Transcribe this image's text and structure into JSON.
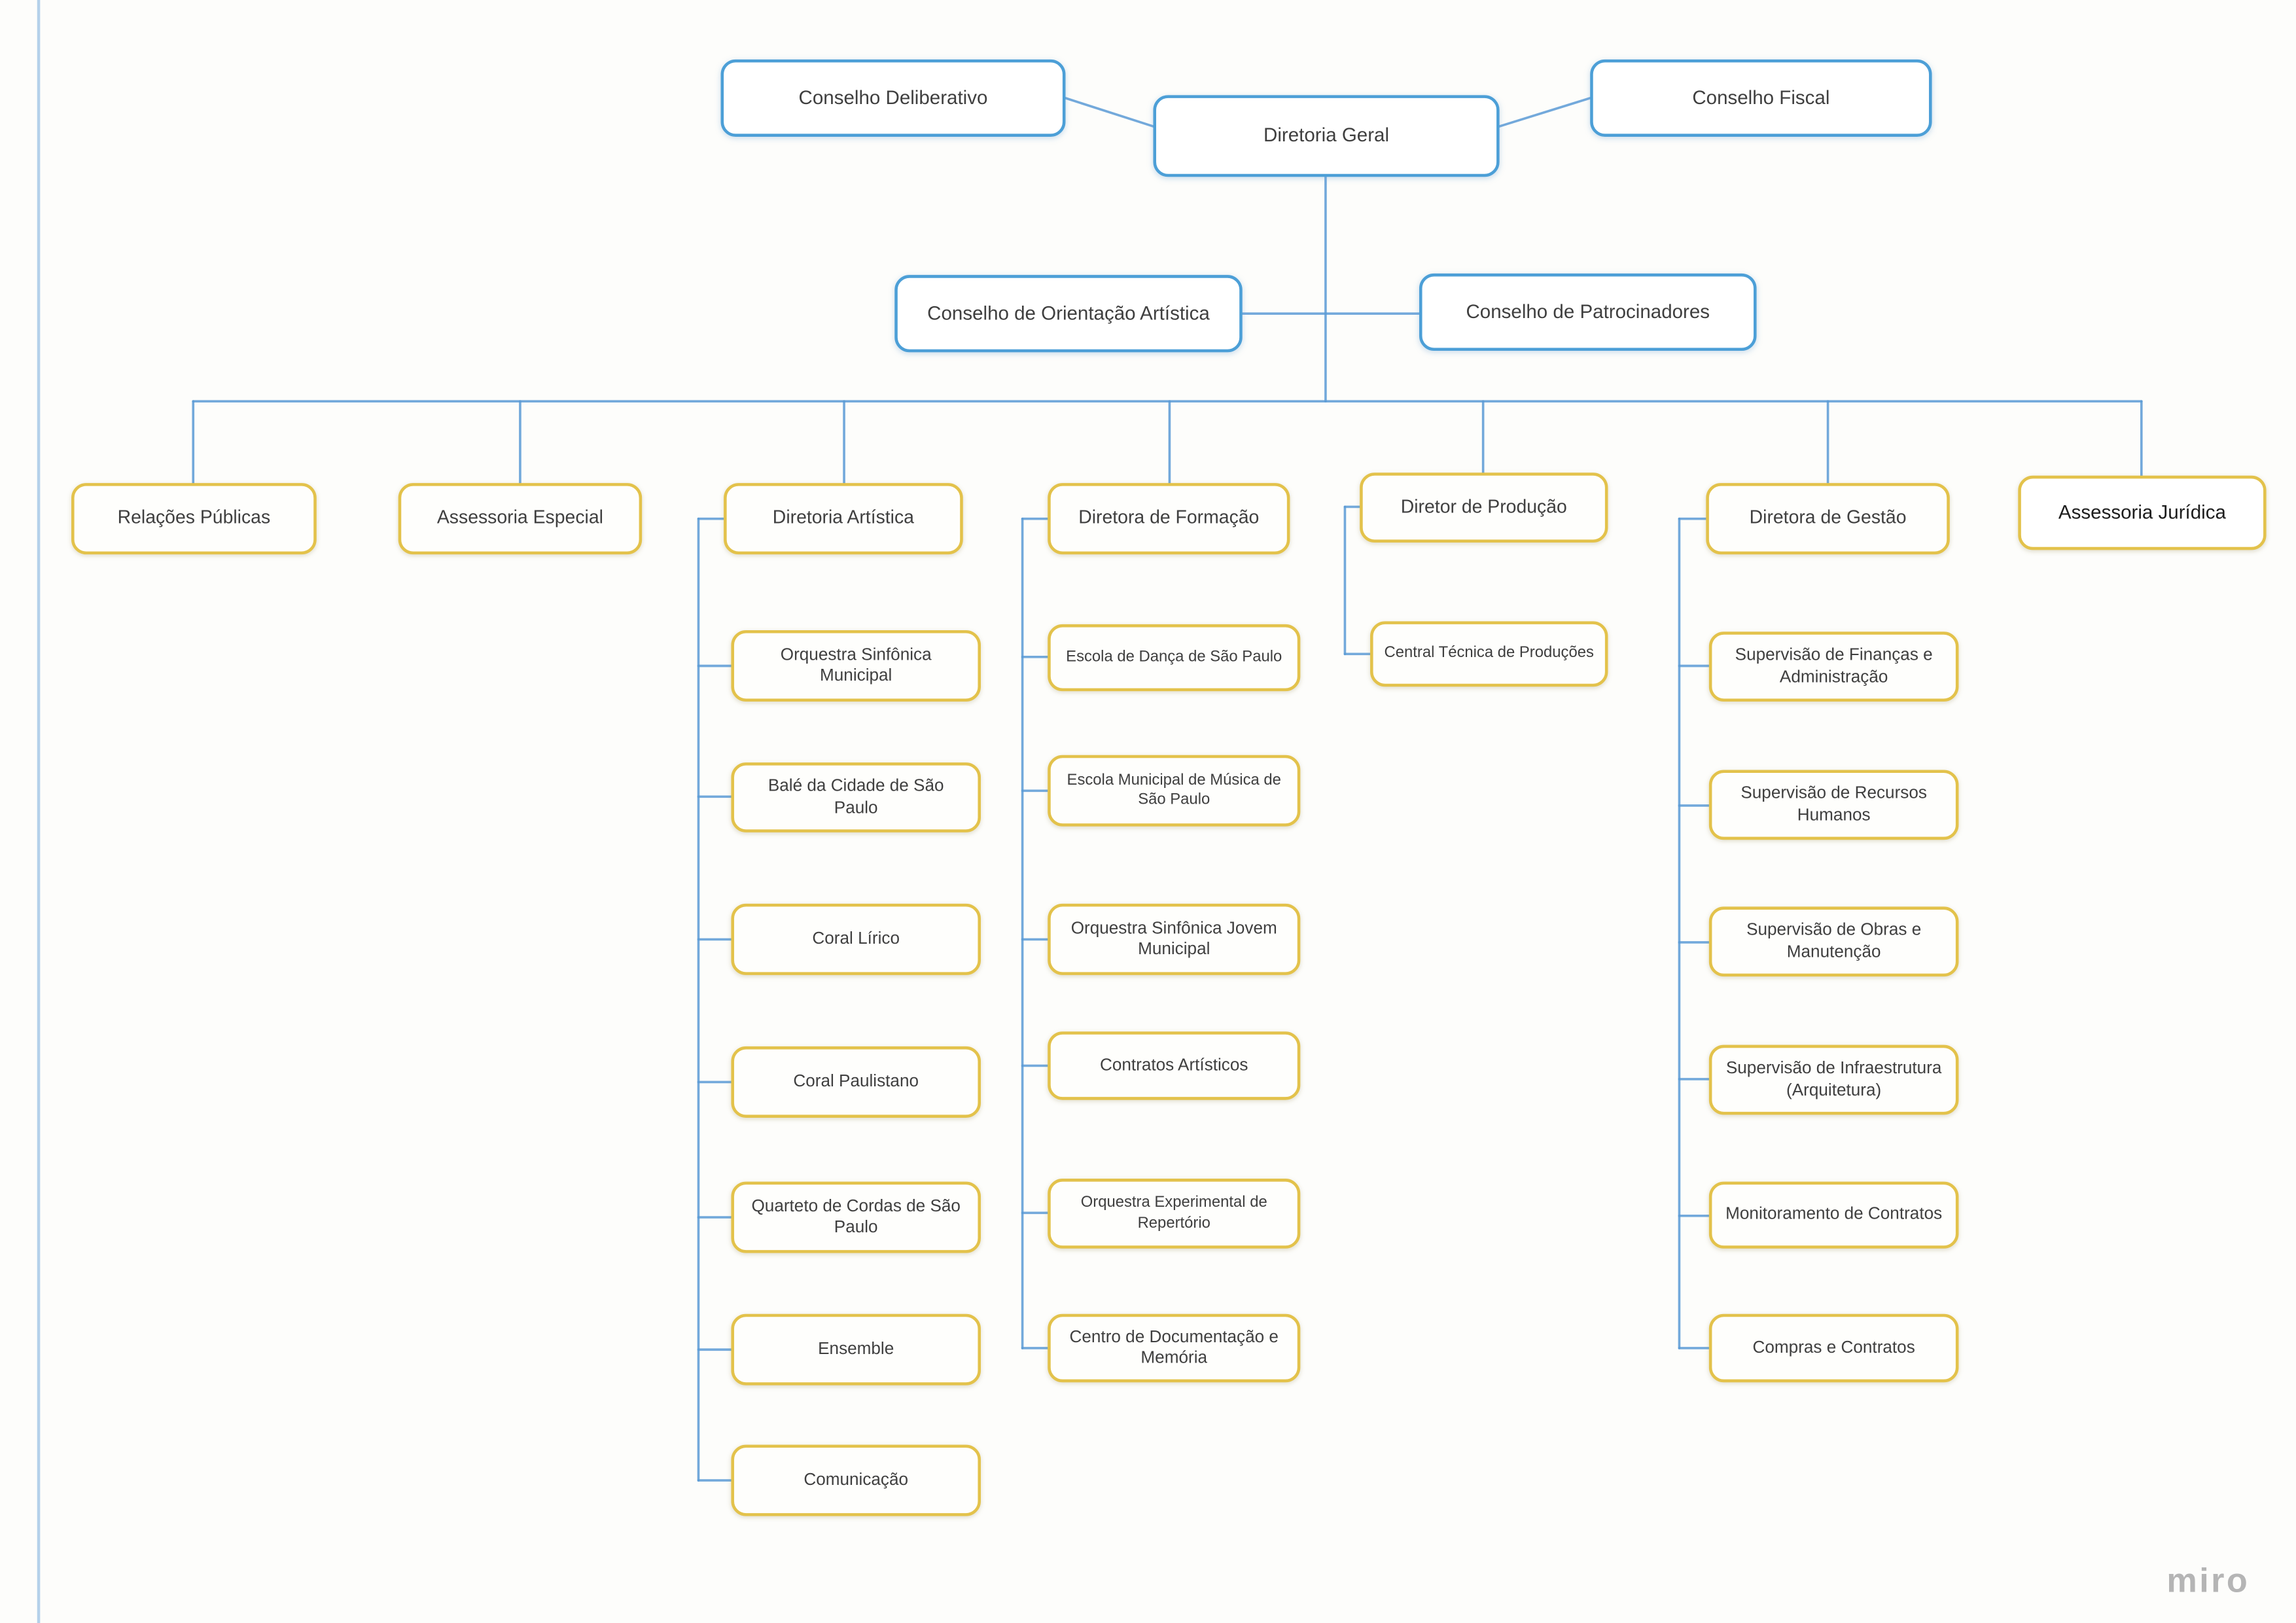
{
  "watermark": "miro",
  "colors": {
    "council_border": "#4C9FD7",
    "department_border": "#E3C24B",
    "connector": "#5B9BD5",
    "text": "#3F3F3F",
    "watermark_color": "#B5B5B5"
  },
  "org": {
    "root": {
      "label": "Diretoria Geral"
    },
    "councils": [
      {
        "label": "Conselho Deliberativo"
      },
      {
        "label": "Conselho Fiscal"
      },
      {
        "label": "Conselho de Orientação Artística"
      },
      {
        "label": "Conselho de Patrocinadores"
      }
    ],
    "departments": [
      {
        "label": "Relações Públicas",
        "children": []
      },
      {
        "label": "Assessoria Especial",
        "children": []
      },
      {
        "label": "Diretoria Artística",
        "children": [
          "Orquestra Sinfônica Municipal",
          "Balé da Cidade de São Paulo",
          "Coral Lírico",
          "Coral Paulistano",
          "Quarteto de Cordas de São Paulo",
          "Ensemble",
          "Comunicação"
        ]
      },
      {
        "label": "Diretora de Formação",
        "children": [
          "Escola de Dança de São Paulo",
          "Escola Municipal de Música de São Paulo",
          "Orquestra Sinfônica Jovem Municipal",
          "Contratos Artísticos",
          "Orquestra Experimental de Repertório",
          "Centro de Documentação e Memória"
        ]
      },
      {
        "label": "Diretor de Produção",
        "children": [
          "Central Técnica de Produções"
        ]
      },
      {
        "label": "Diretora de Gestão",
        "children": [
          "Supervisão de Finanças e Administração",
          "Supervisão de Recursos Humanos",
          "Supervisão de Obras e Manutenção",
          "Supervisão de Infraestrutura (Arquitetura)",
          "Monitoramento de Contratos",
          "Compras e Contratos"
        ]
      },
      {
        "label": "Assessoria Jurídica",
        "children": []
      }
    ]
  }
}
